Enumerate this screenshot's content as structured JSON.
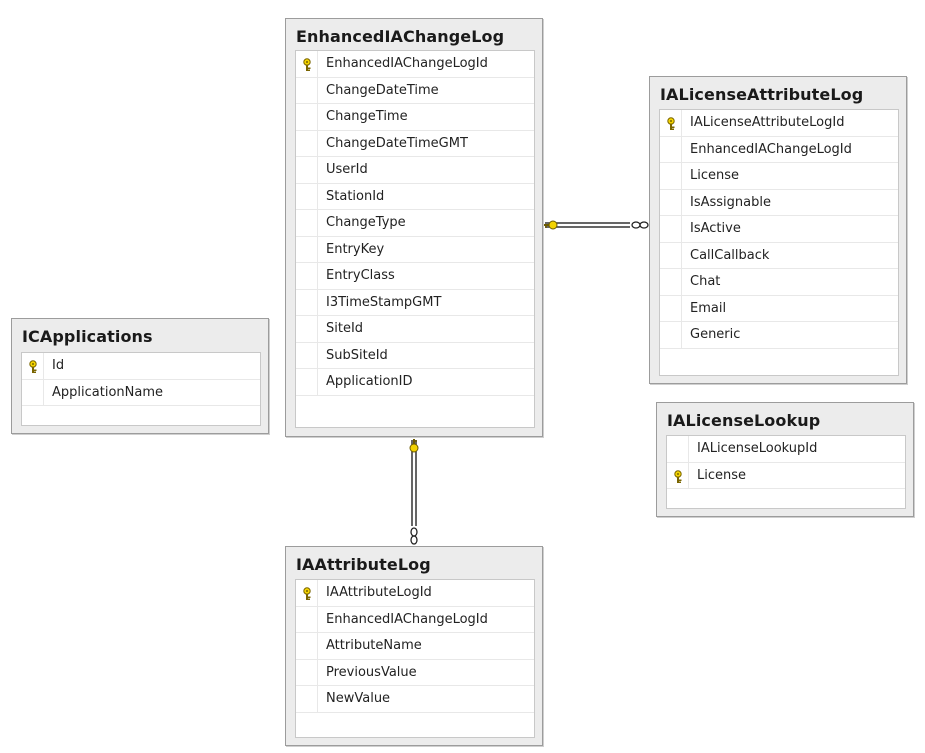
{
  "tables": {
    "enhanced": {
      "title": "EnhancedIAChangeLog",
      "columns": [
        {
          "name": "EnhancedIAChangeLogId",
          "key": true
        },
        {
          "name": "ChangeDateTime",
          "key": false
        },
        {
          "name": "ChangeTime",
          "key": false
        },
        {
          "name": "ChangeDateTimeGMT",
          "key": false
        },
        {
          "name": "UserId",
          "key": false
        },
        {
          "name": "StationId",
          "key": false
        },
        {
          "name": "ChangeType",
          "key": false
        },
        {
          "name": "EntryKey",
          "key": false
        },
        {
          "name": "EntryClass",
          "key": false
        },
        {
          "name": "I3TimeStampGMT",
          "key": false
        },
        {
          "name": "SiteId",
          "key": false
        },
        {
          "name": "SubSiteId",
          "key": false
        },
        {
          "name": "ApplicationID",
          "key": false
        }
      ]
    },
    "license_attr": {
      "title": "IALicenseAttributeLog",
      "columns": [
        {
          "name": "IALicenseAttributeLogId",
          "key": true
        },
        {
          "name": "EnhancedIAChangeLogId",
          "key": false
        },
        {
          "name": "License",
          "key": false
        },
        {
          "name": "IsAssignable",
          "key": false
        },
        {
          "name": "IsActive",
          "key": false
        },
        {
          "name": "CallCallback",
          "key": false
        },
        {
          "name": "Chat",
          "key": false
        },
        {
          "name": "Email",
          "key": false
        },
        {
          "name": "Generic",
          "key": false
        }
      ]
    },
    "icapps": {
      "title": "ICApplications",
      "columns": [
        {
          "name": "Id",
          "key": true
        },
        {
          "name": "ApplicationName",
          "key": false
        }
      ]
    },
    "lookup": {
      "title": "IALicenseLookup",
      "columns": [
        {
          "name": "IALicenseLookupId",
          "key": false
        },
        {
          "name": "License",
          "key": true
        }
      ]
    },
    "attr_log": {
      "title": "IAAttributeLog",
      "columns": [
        {
          "name": "IAAttributeLogId",
          "key": true
        },
        {
          "name": "EnhancedIAChangeLogId",
          "key": false
        },
        {
          "name": "AttributeName",
          "key": false
        },
        {
          "name": "PreviousValue",
          "key": false
        },
        {
          "name": "NewValue",
          "key": false
        }
      ]
    }
  },
  "relationships": [
    {
      "from": "EnhancedIAChangeLog",
      "to": "IALicenseAttributeLog",
      "from_end": "key-icon",
      "to_end": "infinity-icon"
    },
    {
      "from": "EnhancedIAChangeLog",
      "to": "IAAttributeLog",
      "from_end": "key-icon",
      "to_end": "infinity-icon"
    }
  ]
}
